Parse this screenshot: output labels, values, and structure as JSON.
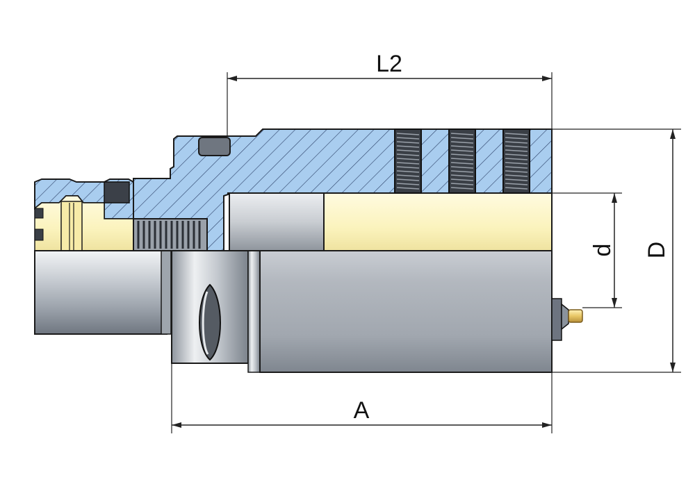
{
  "drawing": {
    "dimensions": {
      "length_L2": "L2",
      "total_length_A": "A",
      "outer_diameter_D": "D",
      "bore_diameter_d": "d"
    },
    "colors": {
      "section_hatch_fill": "#a9cdef",
      "bore_fill": "#fdf7c8",
      "steel_light": "#dfe3e8",
      "steel_dark": "#7d8590",
      "outline": "#1a1a1a",
      "dimension_line": "#222222",
      "fitting_brass": "#e8c766"
    }
  }
}
